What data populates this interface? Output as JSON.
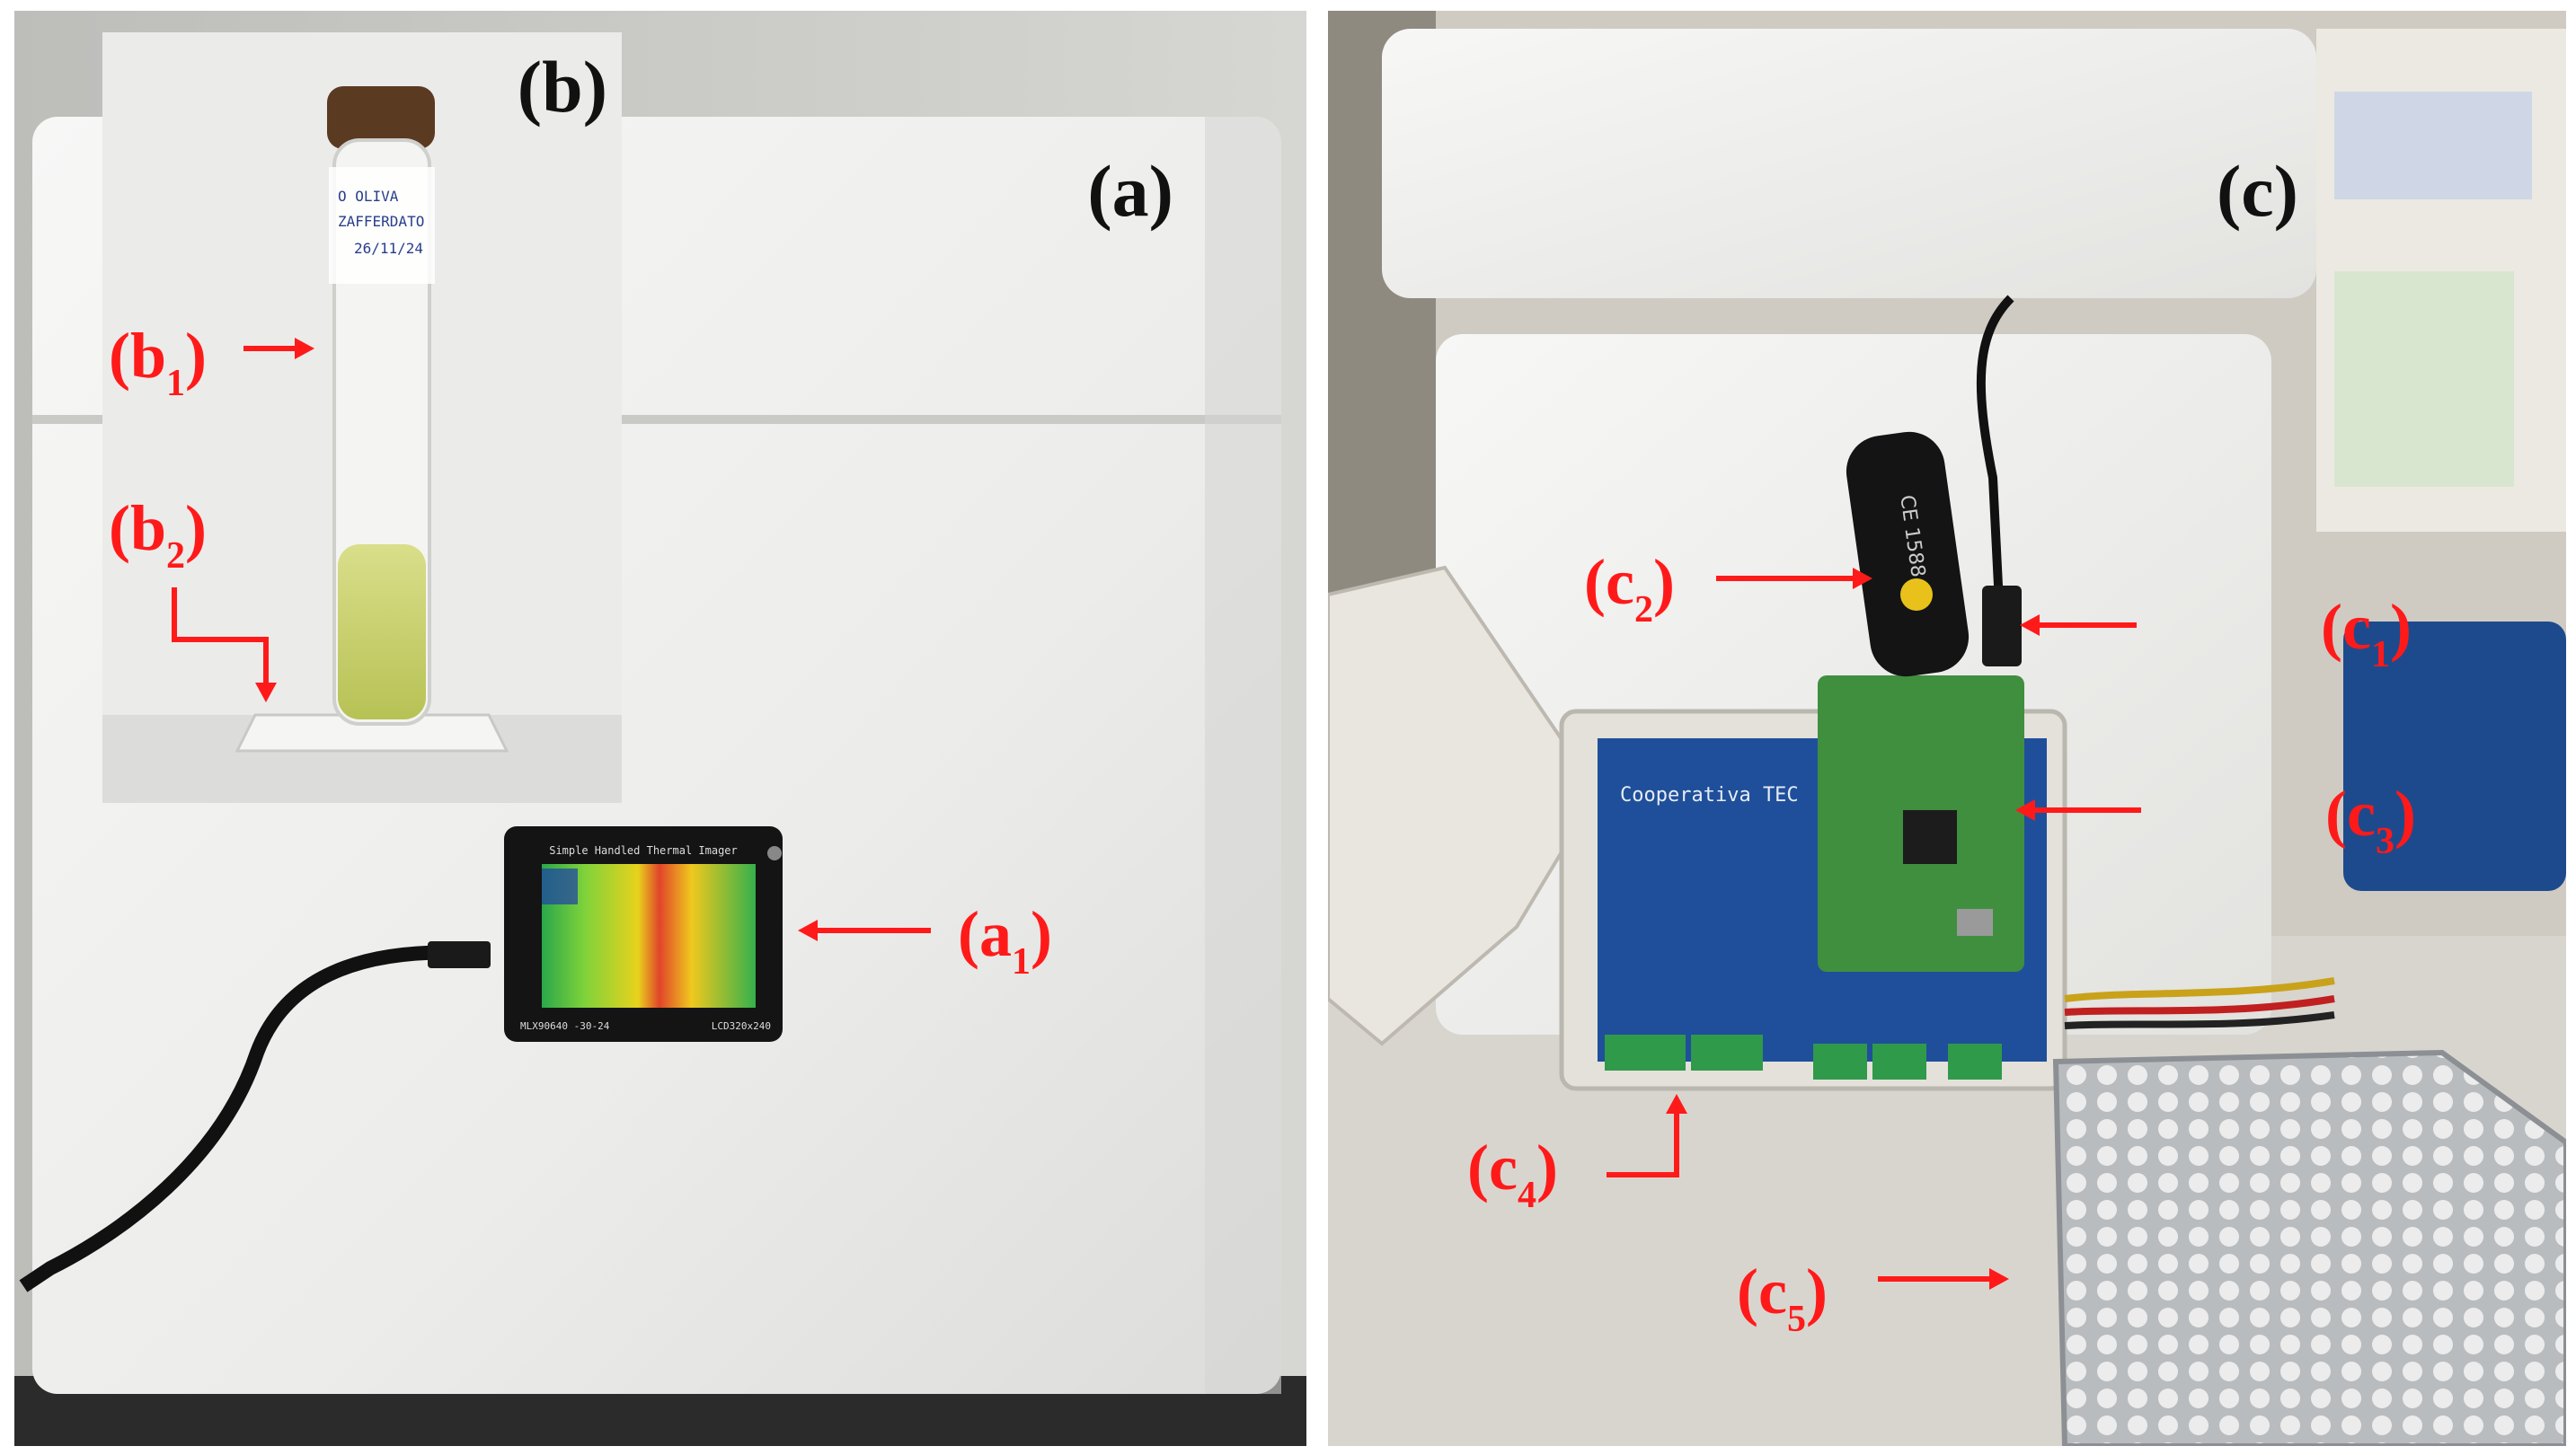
{
  "panels": {
    "a": "(a)",
    "b": "(b)",
    "c": "(c)"
  },
  "labels": {
    "a1": {
      "base": "(a",
      "sub": "1",
      "close": ")"
    },
    "b1": {
      "base": "(b",
      "sub": "1",
      "close": ")"
    },
    "b2": {
      "base": "(b",
      "sub": "2",
      "close": ")"
    },
    "c1": {
      "base": "(c",
      "sub": "1",
      "close": ")"
    },
    "c2": {
      "base": "(c",
      "sub": "2",
      "close": ")"
    },
    "c3": {
      "base": "(c",
      "sub": "3",
      "close": ")"
    },
    "c4": {
      "base": "(c",
      "sub": "4",
      "close": ")"
    },
    "c5": {
      "base": "(c",
      "sub": "5",
      "close": ")"
    }
  },
  "device_text": {
    "imager_title": "Simple Handled Thermal Imager",
    "imager_left": "MLX90640  -30-24",
    "imager_right": "LCD320x240",
    "board_text": "Cooperativa TEC",
    "dongle_brand": "CE 1588",
    "tube_label_1": "O OLIVA",
    "tube_label_2": "ZAFFERDATO",
    "tube_label_3": "26/11/24"
  },
  "colors": {
    "annotation": "#ff1a1a",
    "panel_label": "#111111",
    "styrofoam": "#f2f2f0",
    "pcb_blue": "#1f4f9a",
    "pcb_green": "#3f8f3f"
  }
}
